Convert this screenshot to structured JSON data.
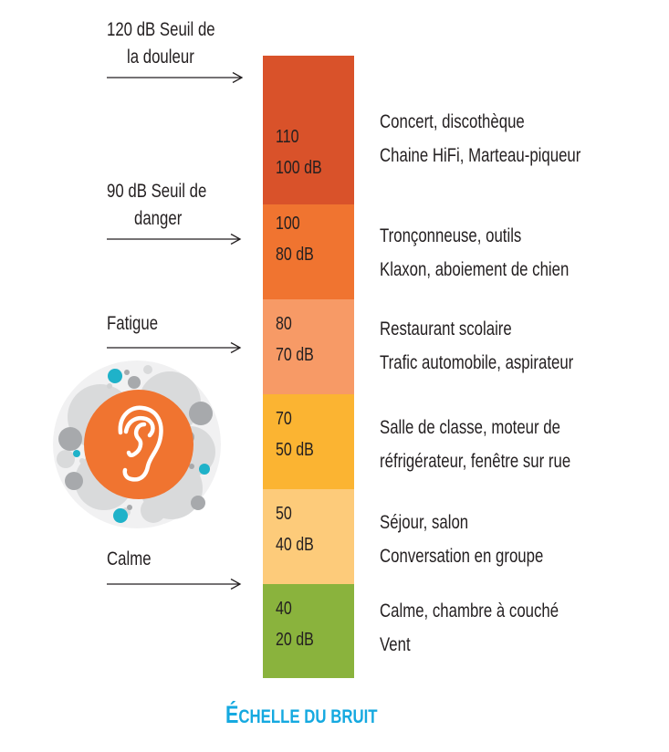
{
  "colors": {
    "seg_120": "#d9522a",
    "seg_100": "#f07430",
    "seg_80": "#f79a66",
    "seg_70": "#fbb432",
    "seg_50": "#fdcb7a",
    "seg_40": "#8ab33d",
    "title": "#15a9e0",
    "badge_orange": "#f07430",
    "badge_bg": "#f1f1f2",
    "bubble_light": "#d9dadb",
    "bubble_mid": "#a7a9ac",
    "bubble_teal": "#1fb2c9"
  },
  "left_labels": [
    {
      "lines": [
        "120 dB Seuil de",
        "la douleur"
      ]
    },
    {
      "lines": [
        "90 dB Seuil de",
        "danger"
      ]
    },
    {
      "lines": [
        "Fatigue"
      ]
    },
    {
      "lines": [
        "Calme"
      ]
    }
  ],
  "scale": [
    {
      "top_value": "110",
      "bottom_value": "100 dB",
      "descriptions": [
        "Concert, discothèque",
        "Chaine HiFi, Marteau-piqueur"
      ]
    },
    {
      "top_value": "100",
      "bottom_value": "80 dB",
      "descriptions": [
        "Tronçonneuse, outils",
        "Klaxon, aboiement de chien"
      ]
    },
    {
      "top_value": "80",
      "bottom_value": "70 dB",
      "descriptions": [
        "Restaurant scolaire",
        "Trafic automobile, aspirateur"
      ]
    },
    {
      "top_value": "70",
      "bottom_value": "50 dB",
      "descriptions": [
        "Salle de classe, moteur de",
        "réfrigérateur, fenêtre sur rue"
      ]
    },
    {
      "top_value": "50",
      "bottom_value": "40 dB",
      "descriptions": [
        "Séjour, salon",
        "Conversation en groupe"
      ]
    },
    {
      "top_value": "40",
      "bottom_value": "20 dB",
      "descriptions": [
        "Calme, chambre à couché",
        "Vent"
      ]
    }
  ],
  "title": {
    "first_letter": "É",
    "rest": "CHELLE DU BRUIT"
  },
  "icons": {
    "badge": "ear-icon",
    "arrows": "arrow-right-icon"
  }
}
